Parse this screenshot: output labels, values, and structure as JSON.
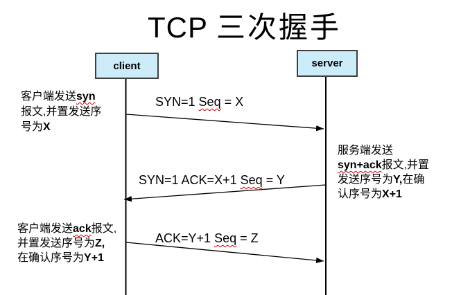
{
  "title": {
    "latin": "TCP",
    "cjk": "三次握手"
  },
  "actors": {
    "client": "client",
    "server": "server"
  },
  "messages": [
    {
      "pre": "SYN=1  ",
      "word": "Seq",
      "post": " = X"
    },
    {
      "pre": "SYN=1  ACK=X+1 ",
      "word": "Seq",
      "post": " = Y"
    },
    {
      "pre": "ACK=Y+1 ",
      "word": "Seq",
      "post": " = Z"
    }
  ],
  "annotations": {
    "client_syn": {
      "t1": "客户端发送",
      "t2": "syn",
      "t3": "报文,并置发送序",
      "t4": "号为",
      "t5": "X"
    },
    "server_synack": {
      "t1": "服务端发送",
      "t2": "syn+ack",
      "t3": "报文,并置",
      "t4": "发送序号为",
      "t5": "Y,",
      "t6": "在确",
      "t7": "认序号为",
      "t8": "X+1"
    },
    "client_ack": {
      "t1": "客户端发送",
      "t2": "ack",
      "t3": "报文,",
      "t4": "并置发送序号为",
      "t5": "Z,",
      "t6": "在确认序号为",
      "t7": "Y+1"
    }
  },
  "colors": {
    "actor_box_fill": "#cdecfa",
    "actor_box_border": "#3f3f3f",
    "line": "#000000",
    "text": "#000000",
    "spellcheck_squiggle": "#cc0000",
    "background": "#ffffff"
  }
}
